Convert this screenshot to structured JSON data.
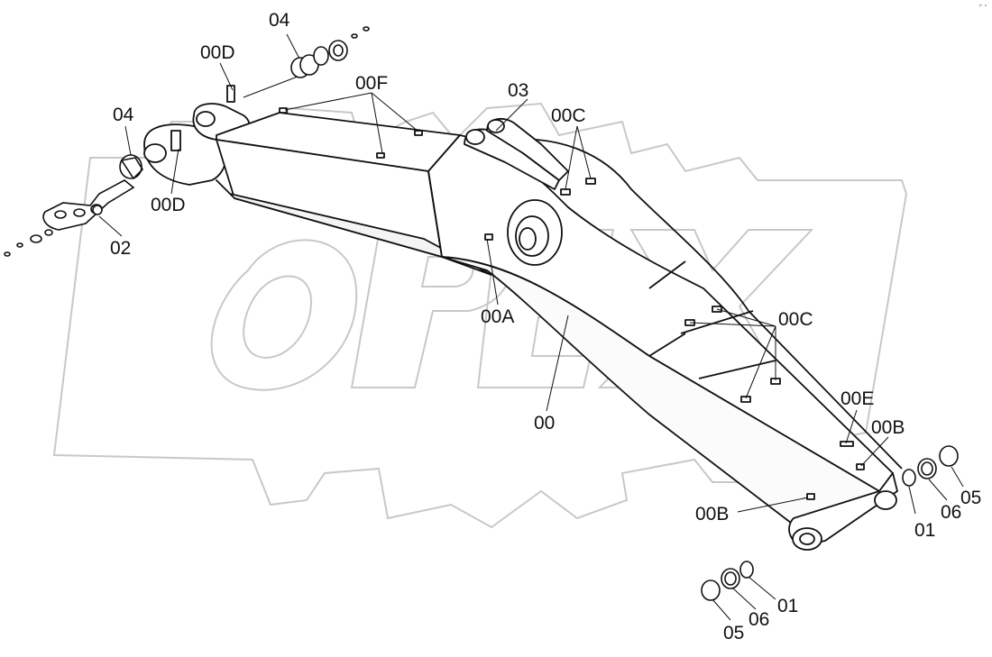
{
  "watermark": {
    "text": "OPEX",
    "icon": "gear-icon"
  },
  "corner_mark": "⌐ ▫",
  "callouts": {
    "c00": "00",
    "c00A": "00A",
    "c00B_upper": "00B",
    "c00B_lower": "00B",
    "c00C_upper": "00C",
    "c00C_lower": "00C",
    "c00D_upper": "00D",
    "c00D_lower": "00D",
    "c00E": "00E",
    "c00F": "00F",
    "c01_upper": "01",
    "c01_lower": "01",
    "c02": "02",
    "c03": "03",
    "c04_upper": "04",
    "c04_left": "04",
    "c05_upper": "05",
    "c05_lower": "05",
    "c06_upper": "06",
    "c06_lower": "06"
  }
}
